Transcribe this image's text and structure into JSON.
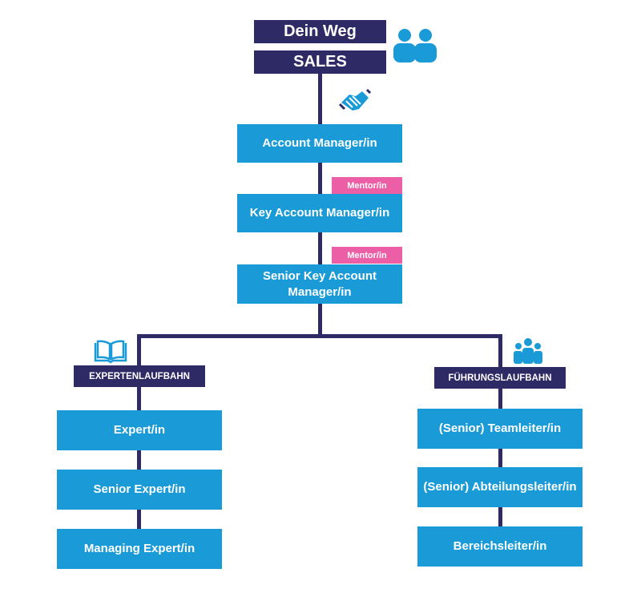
{
  "header": {
    "title": "Dein Weg",
    "department": "SALES"
  },
  "main_path": [
    {
      "label": "Account Manager/in"
    },
    {
      "label": "Key Account Manager/in",
      "badge": "Mentor/in"
    },
    {
      "label": "Senior Key Account Manager/in",
      "badge": "Mentor/in"
    }
  ],
  "expert_track": {
    "title": "EXPERTENLAUFBAHN",
    "steps": [
      "Expert/in",
      "Senior Expert/in",
      "Managing Expert/in"
    ]
  },
  "leadership_track": {
    "title": "FÜHRUNGSLAUFBAHN",
    "steps": [
      "(Senior) Teamleiter/in",
      "(Senior) Abteilungsleiter/in",
      "Bereichsleiter/in"
    ]
  },
  "icons": {
    "header": "users-icon",
    "main": "handshake-icon",
    "expert": "open-book-icon",
    "leadership": "team-icon"
  },
  "colors": {
    "navy": "#2d2a66",
    "blue": "#1a9bd8",
    "pink": "#ec5ea5"
  }
}
